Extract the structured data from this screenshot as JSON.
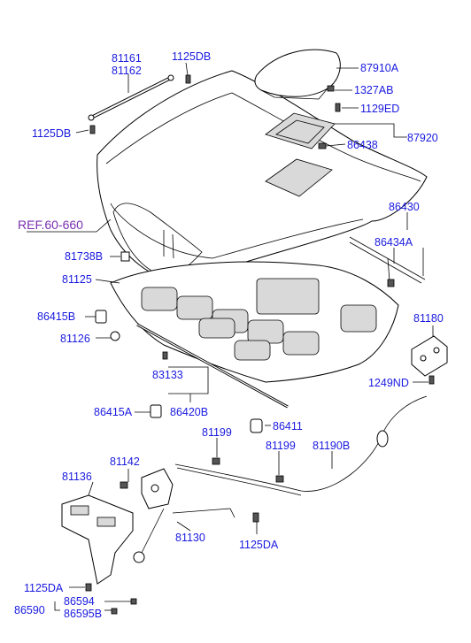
{
  "labels": {
    "l81161": "81161",
    "l81162": "81162",
    "l1125DB_top": "1125DB",
    "l1125DB_left": "1125DB",
    "l87910A": "87910A",
    "l1327AB": "1327AB",
    "l1129ED": "1129ED",
    "l87920": "87920",
    "l86438": "86438",
    "ref": "REF.60-660",
    "l86430": "86430",
    "l86434A": "86434A",
    "l81738B": "81738B",
    "l81125": "81125",
    "l86415B": "86415B",
    "l81126": "81126",
    "l81180": "81180",
    "l83133": "83133",
    "l1249ND": "1249ND",
    "l86415A": "86415A",
    "l86420B": "86420B",
    "l86411": "86411",
    "l81199_a": "81199",
    "l81199_b": "81199",
    "l81190B": "81190B",
    "l81142": "81142",
    "l81136": "81136",
    "l81130": "81130",
    "l1125DA_right": "1125DA",
    "l1125DA_left": "1125DA",
    "l86594": "86594",
    "l86590": "86590",
    "l86595B": "86595B"
  }
}
